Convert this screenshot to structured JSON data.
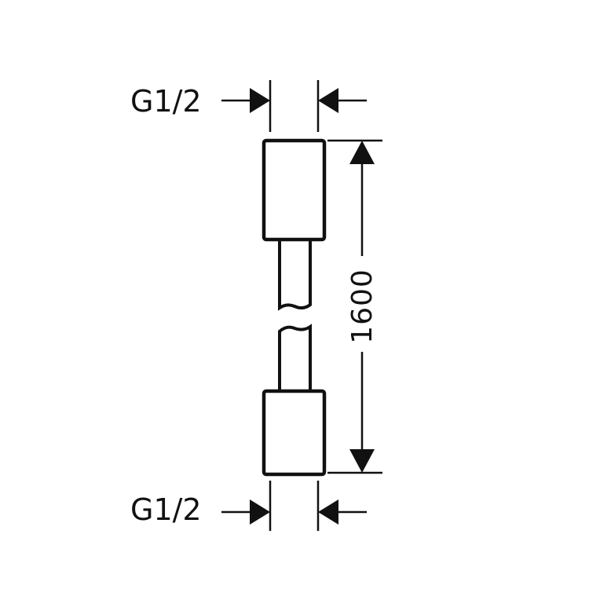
{
  "drawing": {
    "top_thread_label": "G1/2",
    "bottom_thread_label": "G1/2",
    "length_label": "1600",
    "line_color": "#111111"
  }
}
